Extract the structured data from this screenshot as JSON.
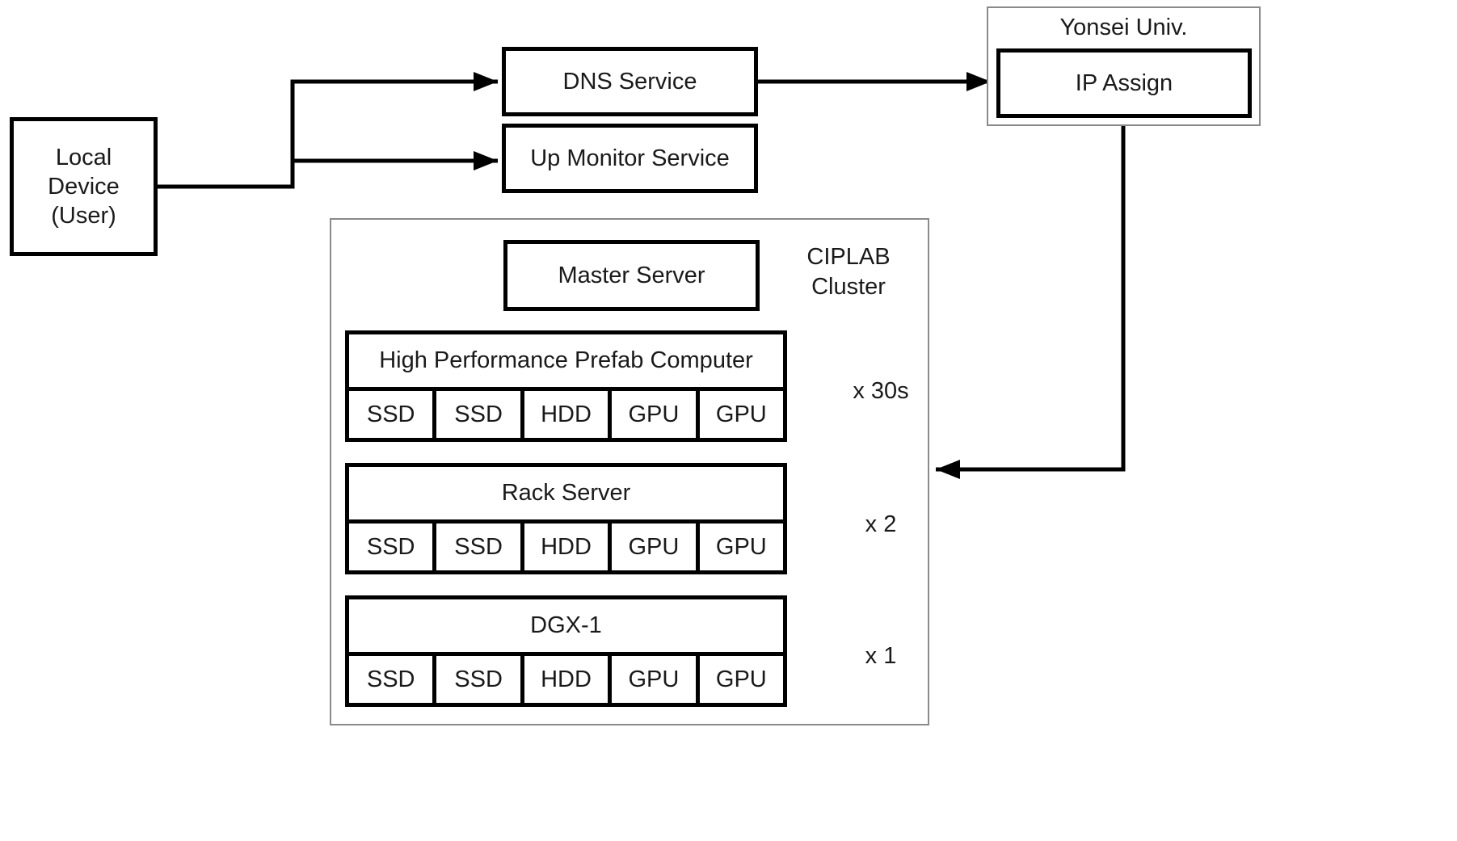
{
  "diagram": {
    "local_device": {
      "lines": [
        "Local",
        "Device",
        "(User)"
      ]
    },
    "dns_service": {
      "label": "DNS Service"
    },
    "up_monitor_service": {
      "label": "Up Monitor Service"
    },
    "yonsei": {
      "title": "Yonsei Univ.",
      "ip_assign_label": "IP Assign"
    },
    "ciplab": {
      "title_lines": [
        "CIPLAB",
        "Cluster"
      ],
      "master_server_label": "Master Server",
      "groups": [
        {
          "title": "High Performance Prefab Computer",
          "count": "x 30s",
          "components": [
            "SSD",
            "SSD",
            "HDD",
            "GPU",
            "GPU"
          ]
        },
        {
          "title": "Rack Server",
          "count": "x 2",
          "components": [
            "SSD",
            "SSD",
            "HDD",
            "GPU",
            "GPU"
          ]
        },
        {
          "title": "DGX-1",
          "count": "x 1",
          "components": [
            "SSD",
            "SSD",
            "HDD",
            "GPU",
            "GPU"
          ]
        }
      ]
    },
    "colors": {
      "line": "#000000",
      "thin_border": "#8a8a8a",
      "background": "#ffffff"
    },
    "connections": [
      {
        "from": "local-device",
        "to": "dns-service"
      },
      {
        "from": "local-device",
        "to": "up-monitor-service"
      },
      {
        "from": "dns-service",
        "to": "ip-assign"
      },
      {
        "from": "ip-assign",
        "to": "ciplab-cluster"
      }
    ]
  }
}
